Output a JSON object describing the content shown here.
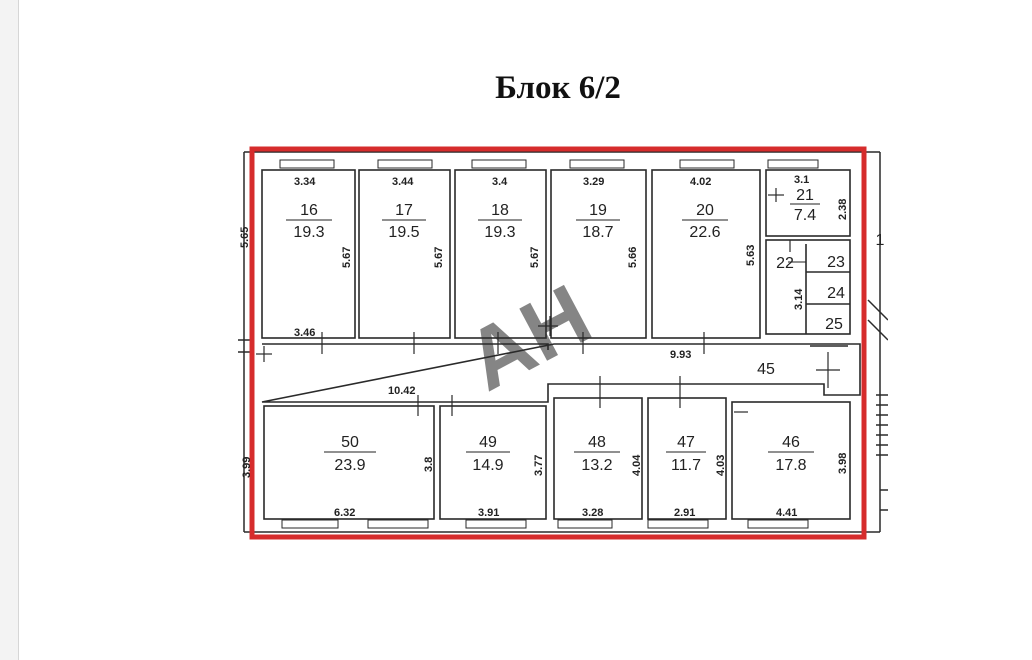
{
  "title": "Блок 6/2",
  "colors": {
    "highlight": "#d62c2c",
    "wall": "#2a2a2a"
  },
  "watermark": "АН",
  "rooms": [
    {
      "id": "16",
      "area": "19.3"
    },
    {
      "id": "17",
      "area": "19.5"
    },
    {
      "id": "18",
      "area": "19.3"
    },
    {
      "id": "19",
      "area": "18.7"
    },
    {
      "id": "20",
      "area": "22.6"
    },
    {
      "id": "21",
      "area": "7.4"
    },
    {
      "id": "22",
      "area": ""
    },
    {
      "id": "23",
      "area": ""
    },
    {
      "id": "24",
      "area": ""
    },
    {
      "id": "25",
      "area": ""
    },
    {
      "id": "45",
      "area": ""
    },
    {
      "id": "50",
      "area": "23.9"
    },
    {
      "id": "49",
      "area": "14.9"
    },
    {
      "id": "48",
      "area": "13.2"
    },
    {
      "id": "47",
      "area": "11.7"
    },
    {
      "id": "46",
      "area": "17.8"
    }
  ],
  "dimensions": {
    "top": [
      "3.34",
      "3.44",
      "3.4",
      "3.29",
      "4.02",
      "3.1"
    ],
    "bottom": [
      "6.32",
      "3.91",
      "3.28",
      "2.91",
      "4.41"
    ],
    "vertical_upper": [
      "5.65",
      "5.67",
      "5.67",
      "5.67",
      "5.66",
      "5.63",
      "2.38",
      "3.14"
    ],
    "vertical_lower": [
      "3.99",
      "3.8",
      "3.77",
      "4.04",
      "4.03",
      "3.98"
    ],
    "corridor": [
      "3.46",
      "9.93",
      "10.42"
    ]
  },
  "edge_fragment": "1"
}
